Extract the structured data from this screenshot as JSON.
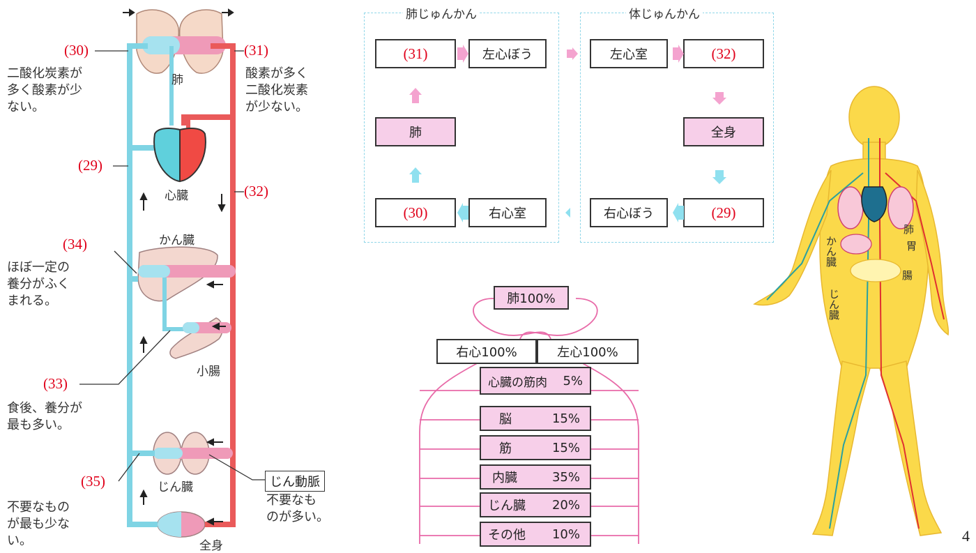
{
  "circulation": {
    "labels": {
      "lung": "肺",
      "heart": "心臓",
      "liver": "かん臓",
      "intestine": "小腸",
      "kidney": "じん臓",
      "body": "全身"
    },
    "nums": {
      "n29": "(29)",
      "n30": "(30)",
      "n31": "(31)",
      "n32": "(32)",
      "n33": "(33)",
      "n34": "(34)",
      "n35": "(35)"
    },
    "notes": {
      "n30": [
        "二酸化炭素が",
        "多く酸素が少",
        "ない。"
      ],
      "n31": [
        "酸素が多く",
        "二酸化炭素",
        "が少ない。"
      ],
      "n34": [
        "ほぼ一定の",
        "養分がふく",
        "まれる。"
      ],
      "n33": [
        "食後、養分が",
        "最も多い。"
      ],
      "n35": [
        "不要なもの",
        "が最も少な",
        "い。"
      ],
      "renal_artery": "じん動脈",
      "renal_note": [
        "不要なも",
        "のが多い。"
      ]
    }
  },
  "flow": {
    "pulmonary_title": "肺じゅんかん",
    "systemic_title": "体じゅんかん",
    "boxes": {
      "p31": "(31)",
      "left_atrium": "左心ぼう",
      "lung": "肺",
      "p30": "(30)",
      "right_ventricle": "右心室",
      "left_ventricle": "左心室",
      "p32": "(32)",
      "whole_body": "全身",
      "right_atrium": "右心ぼう",
      "p29": "(29)"
    }
  },
  "distribution": {
    "lung": "肺100%",
    "right_heart": "右心100%",
    "left_heart": "左心100%",
    "organs": [
      {
        "label": "心臓の筋肉",
        "value": "5%"
      },
      {
        "label": "脳",
        "value": "15%"
      },
      {
        "label": "筋",
        "value": "15%"
      },
      {
        "label": "内臓",
        "value": "35%"
      },
      {
        "label": "じん臓",
        "value": "20%"
      },
      {
        "label": "その他",
        "value": "10%"
      }
    ]
  },
  "body_figure": {
    "lung": "肺",
    "stomach": "胃",
    "intestine": "腸",
    "liver": "かん臓",
    "kidney": "じん臓"
  },
  "page_number": "4"
}
